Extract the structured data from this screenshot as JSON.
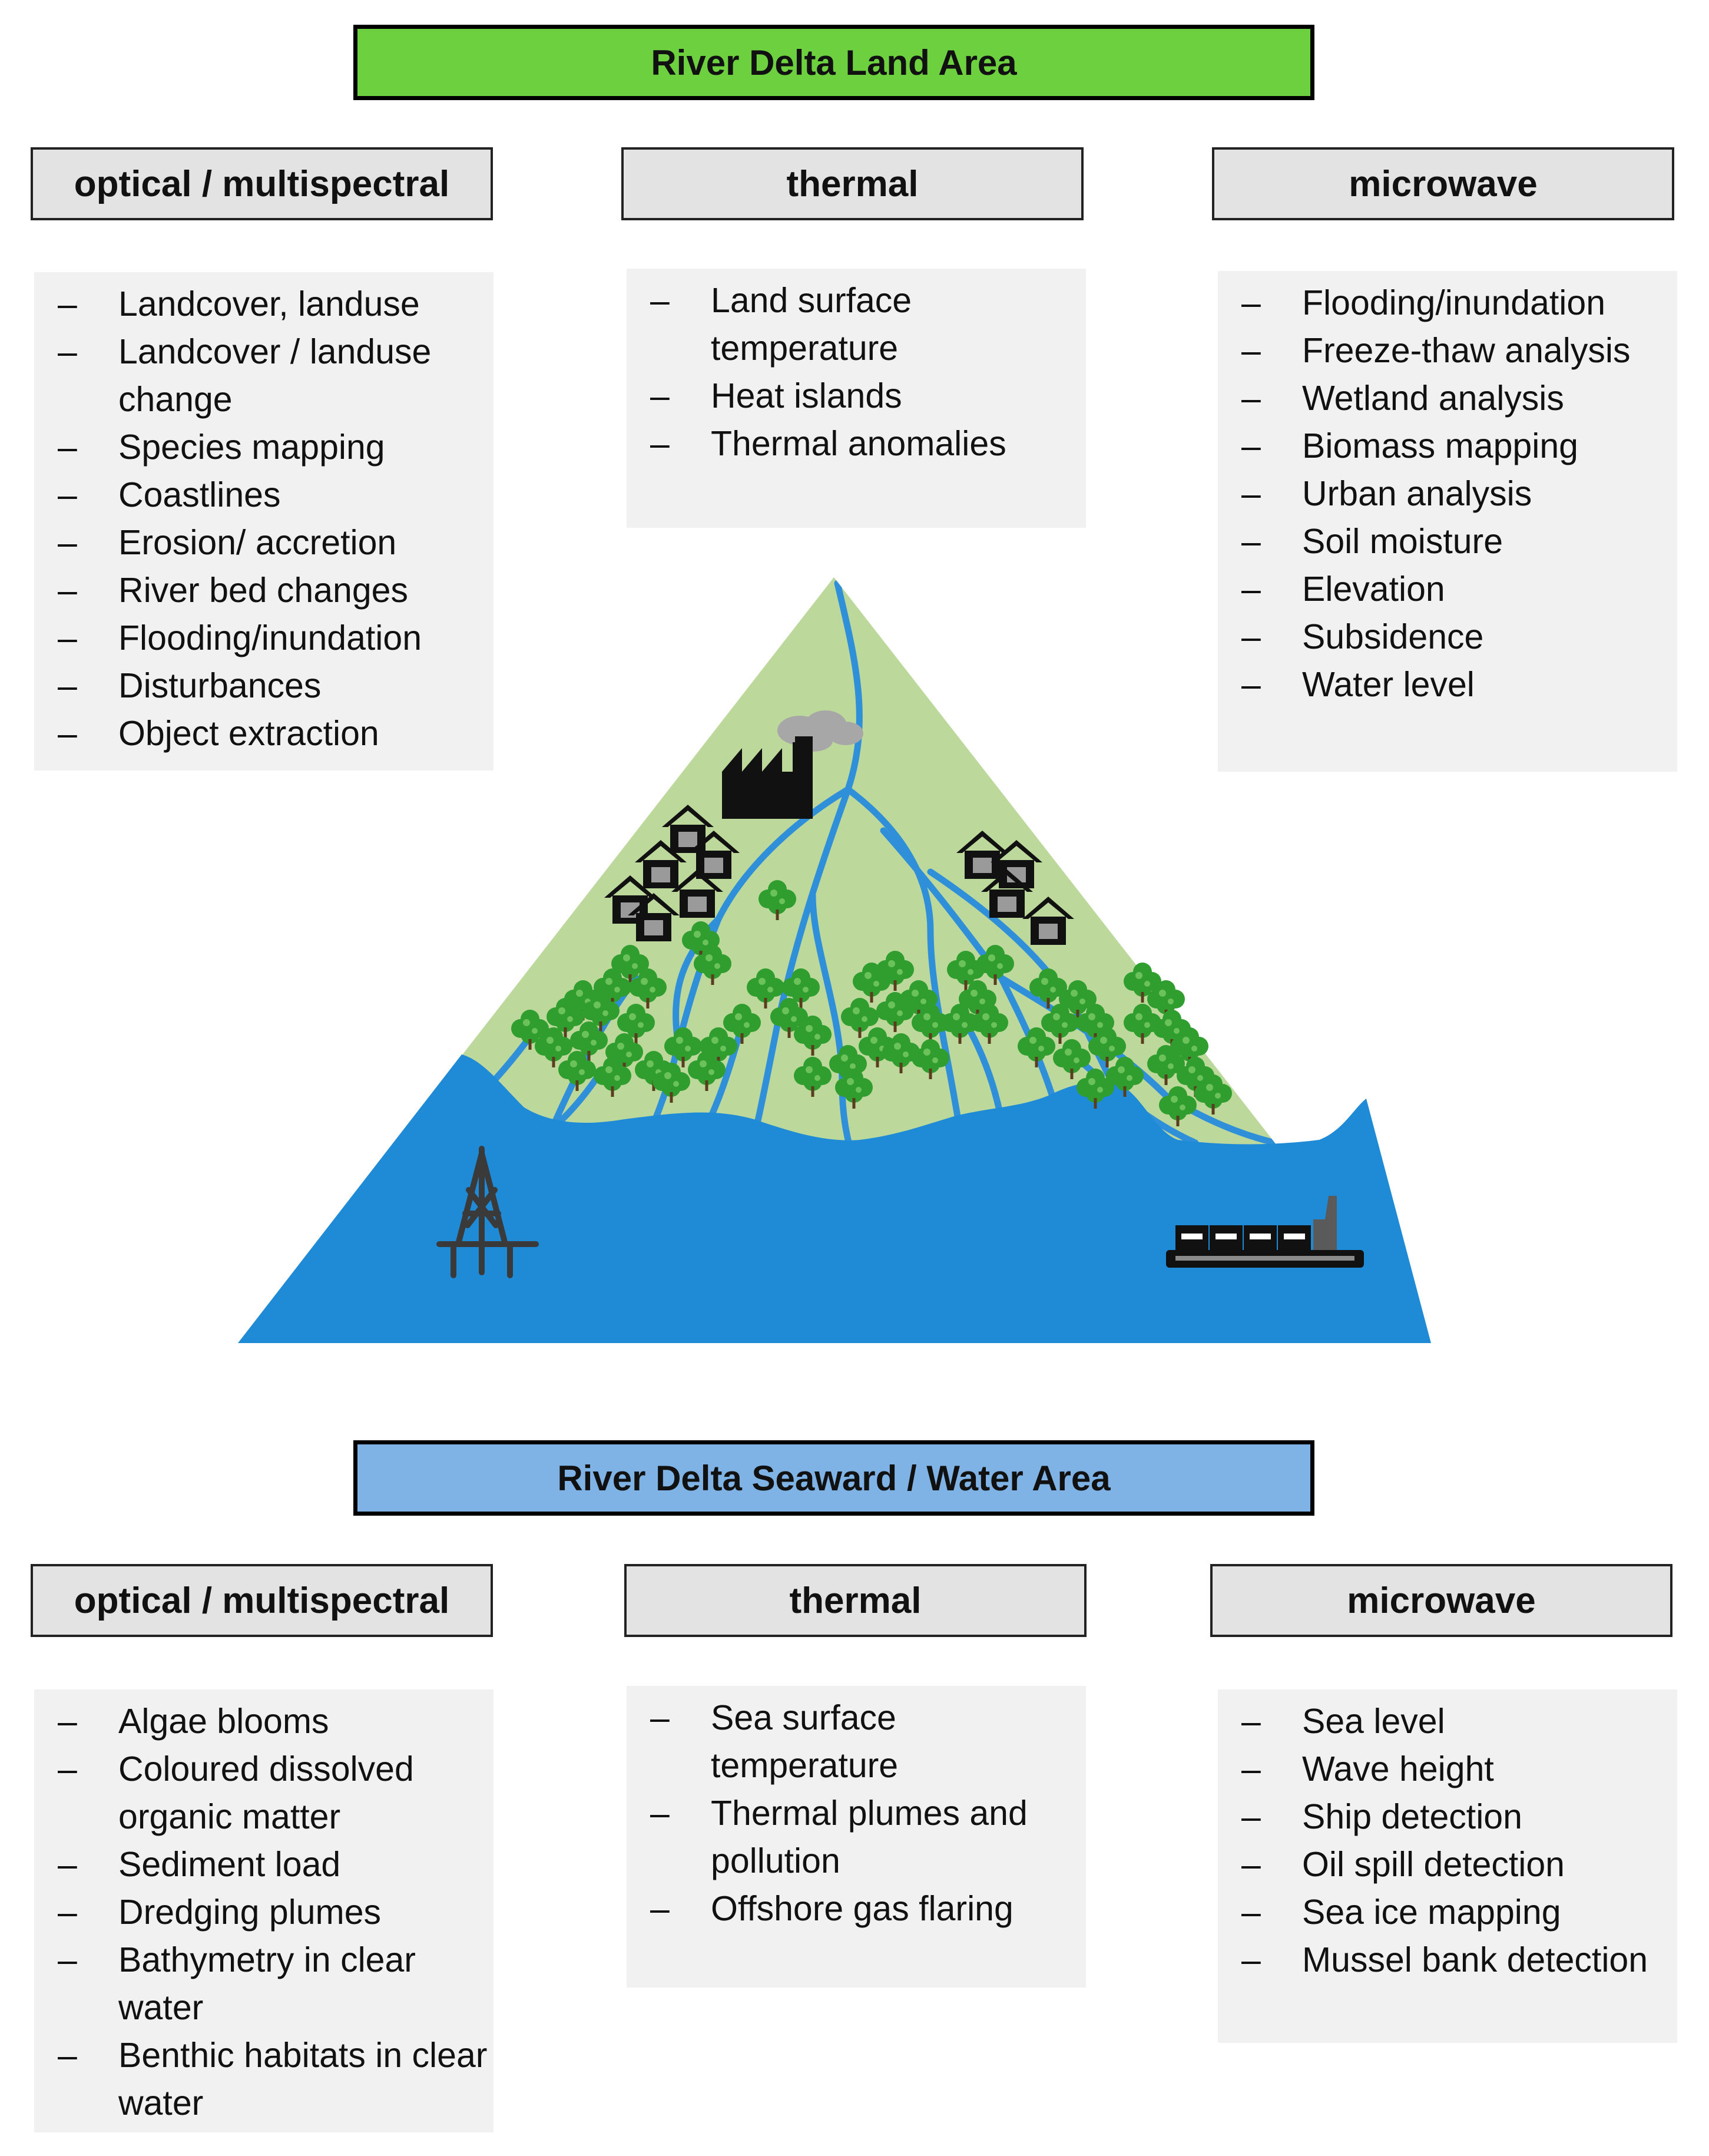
{
  "land": {
    "title": "River Delta Land Area",
    "columns": [
      {
        "header": "optical / multispectral",
        "items": [
          "Landcover, landuse",
          "Landcover / landuse change",
          "Species mapping",
          "Coastlines",
          "Erosion/ accretion",
          "River bed changes",
          "Flooding/inundation",
          "Disturbances",
          "Object extraction"
        ]
      },
      {
        "header": "thermal",
        "items": [
          "Land surface temperature",
          "Heat islands",
          "Thermal anomalies"
        ]
      },
      {
        "header": "microwave",
        "items": [
          "Flooding/inundation",
          "Freeze-thaw analysis",
          "Wetland analysis",
          "Biomass mapping",
          "Urban analysis",
          "Soil moisture",
          "Elevation",
          "Subsidence",
          "Water level"
        ]
      }
    ]
  },
  "water": {
    "title": "River Delta Seaward / Water Area",
    "columns": [
      {
        "header": "optical / multispectral",
        "items": [
          "Algae blooms",
          "Coloured dissolved organic matter",
          "Sediment load",
          "Dredging plumes",
          "Bathymetry in clear water",
          "Benthic habitats in clear water"
        ]
      },
      {
        "header": "thermal",
        "items": [
          "Sea surface temperature",
          "Thermal plumes and pollution",
          "Offshore gas flaring"
        ]
      },
      {
        "header": "microwave",
        "items": [
          "Sea level",
          "Wave height",
          "Ship detection",
          "Oil spill detection",
          "Sea ice mapping",
          "Mussel bank detection"
        ]
      }
    ]
  },
  "dash_glyph": "–",
  "colors": {
    "land_banner": "#6dd13f",
    "water_banner": "#7fb2e5",
    "land": "#bcd89b",
    "water": "#1f8ad6",
    "river": "#2f8fd8",
    "tree": "#2f9e2f"
  },
  "illustration": {
    "icons": [
      "factory-icon",
      "smoke-icon",
      "house-icon",
      "tree-icon",
      "oil-rig-icon",
      "cargo-ship-icon"
    ]
  }
}
